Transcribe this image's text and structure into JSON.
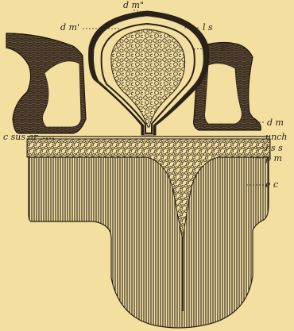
{
  "figure": {
    "background": "#f3dfa0",
    "ink": "#2a2118",
    "labels": {
      "dm_top": "d m\"",
      "dm_left": "d m'",
      "ls": "l s",
      "p": "P",
      "dm_right": "d m",
      "csusar": "c sus ar",
      "unch": "unch",
      "lss": "l s s",
      "pm": "p m",
      "ec": "e c"
    }
  }
}
